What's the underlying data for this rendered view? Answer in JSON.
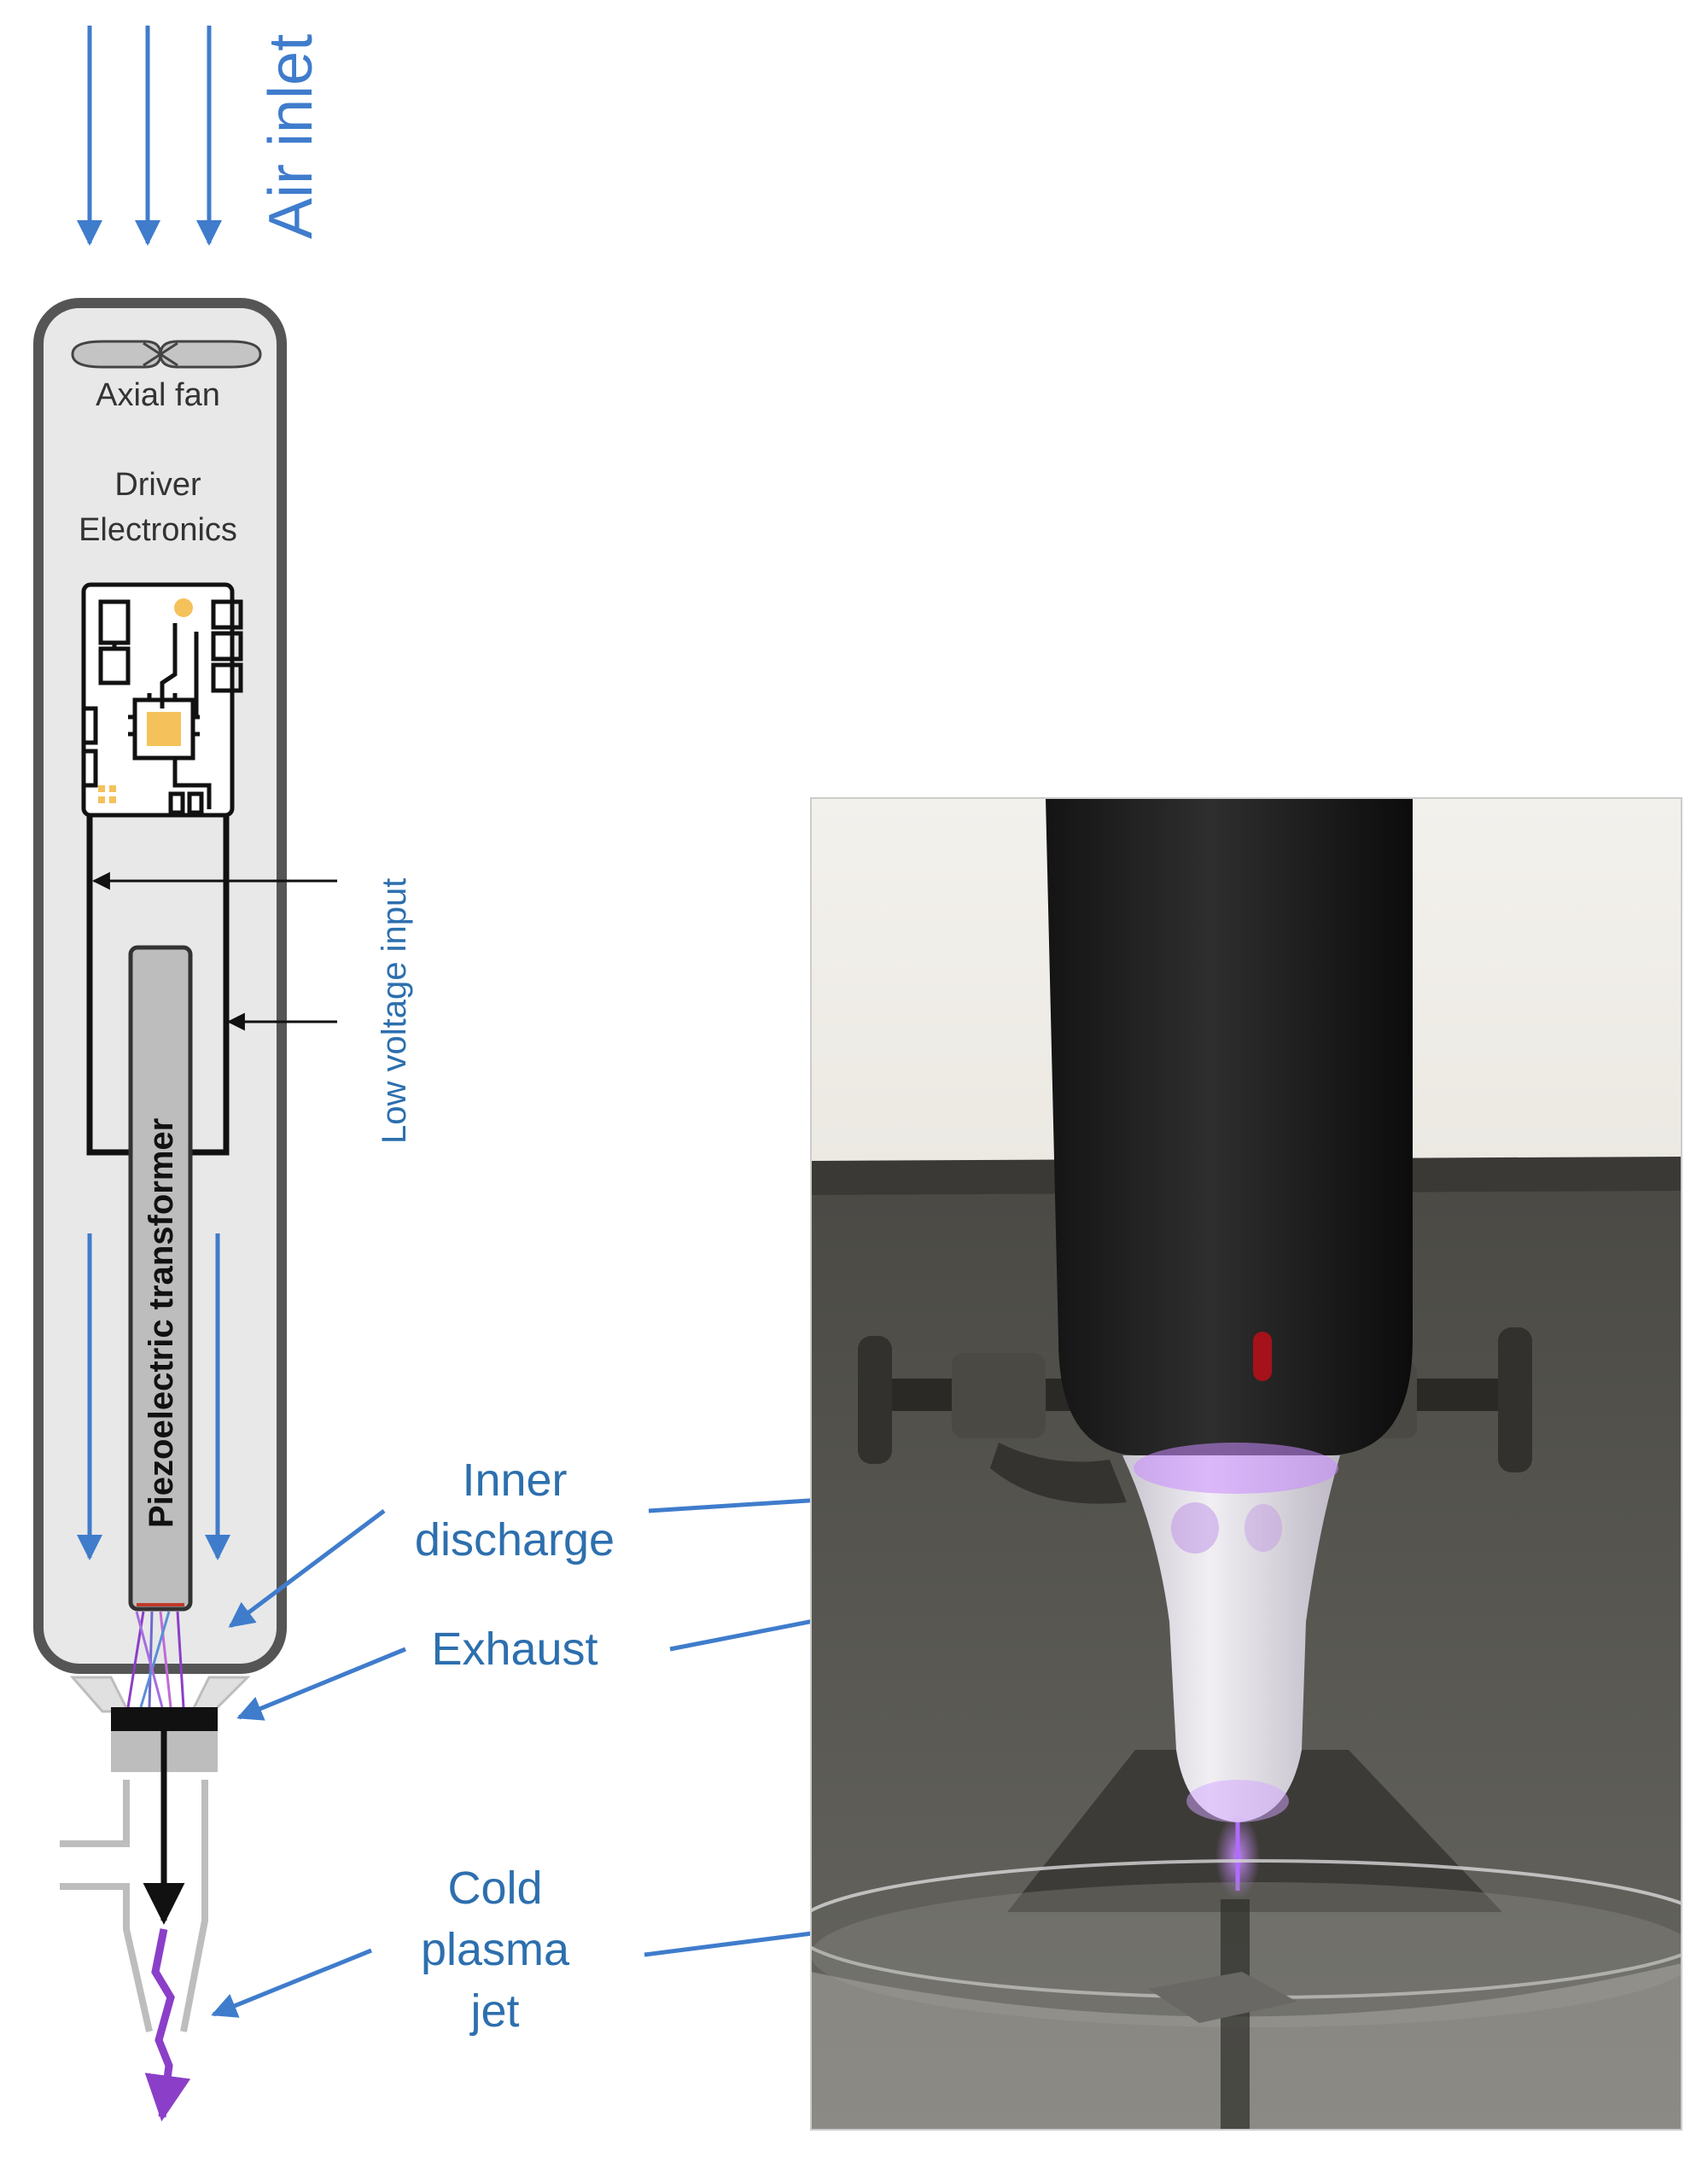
{
  "labels": {
    "air_inlet": "Air inlet",
    "axial_fan": "Axial fan",
    "driver_line1": "Driver",
    "driver_line2": "Electronics",
    "low_voltage_input": "Low voltage input",
    "piezo": "Piezoelectric transformer",
    "inner_discharge_line1": "Inner",
    "inner_discharge_line2": "discharge",
    "exhaust": "Exhaust",
    "cold_plasma_line1": "Cold",
    "cold_plasma_line2": "plasma",
    "cold_plasma_line3": "jet"
  },
  "colors": {
    "flow_arrow": "#3f7ccc",
    "label_text": "#2d6fae",
    "housing_outline": "#555555",
    "housing_fill": "#e8e8e8",
    "pcb_chip": "#f5c15a",
    "plasma": "#8b3fc8",
    "nozzle_gray": "#bdbdbd"
  },
  "photo": {
    "description_icon": "plasma-device-photo"
  }
}
